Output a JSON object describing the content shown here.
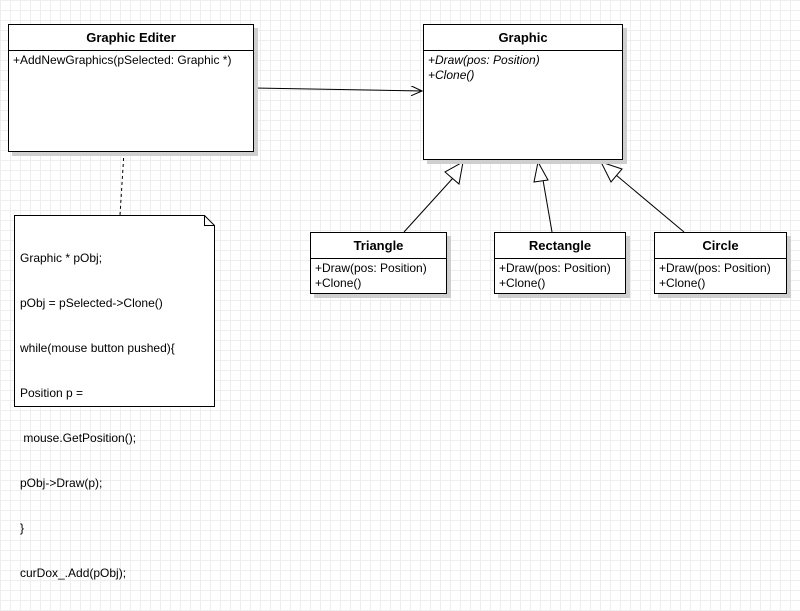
{
  "classes": {
    "editer": {
      "title": "Graphic Editer",
      "ops": [
        "+AddNewGraphics(pSelected: Graphic *)"
      ]
    },
    "graphic": {
      "title": "Graphic",
      "ops": [
        "+Draw(pos: Position)",
        "+Clone()"
      ],
      "abstract": true
    },
    "triangle": {
      "title": "Triangle",
      "ops": [
        "+Draw(pos: Position)",
        "+Clone()"
      ]
    },
    "rectangle": {
      "title": "Rectangle",
      "ops": [
        "+Draw(pos: Position)",
        "+Clone()"
      ]
    },
    "circle": {
      "title": "Circle",
      "ops": [
        "+Draw(pos: Position)",
        "+Clone()"
      ]
    }
  },
  "note": {
    "lines": [
      "Graphic * pObj;",
      "pObj = pSelected->Clone()",
      "while(mouse button pushed){",
      "Position p =",
      " mouse.GetPosition();",
      "pObj->Draw(p);",
      "}",
      "curDox_.Add(pObj);"
    ]
  },
  "relations": [
    {
      "type": "association",
      "from": "Graphic Editer",
      "to": "Graphic"
    },
    {
      "type": "generalization",
      "from": "Triangle",
      "to": "Graphic"
    },
    {
      "type": "generalization",
      "from": "Rectangle",
      "to": "Graphic"
    },
    {
      "type": "generalization",
      "from": "Circle",
      "to": "Graphic"
    },
    {
      "type": "note-anchor",
      "from": "note",
      "to": "Graphic Editer"
    }
  ],
  "colors": {
    "line": "#000000",
    "shadow": "#cfcfcf",
    "grid": "#eeeeee"
  }
}
